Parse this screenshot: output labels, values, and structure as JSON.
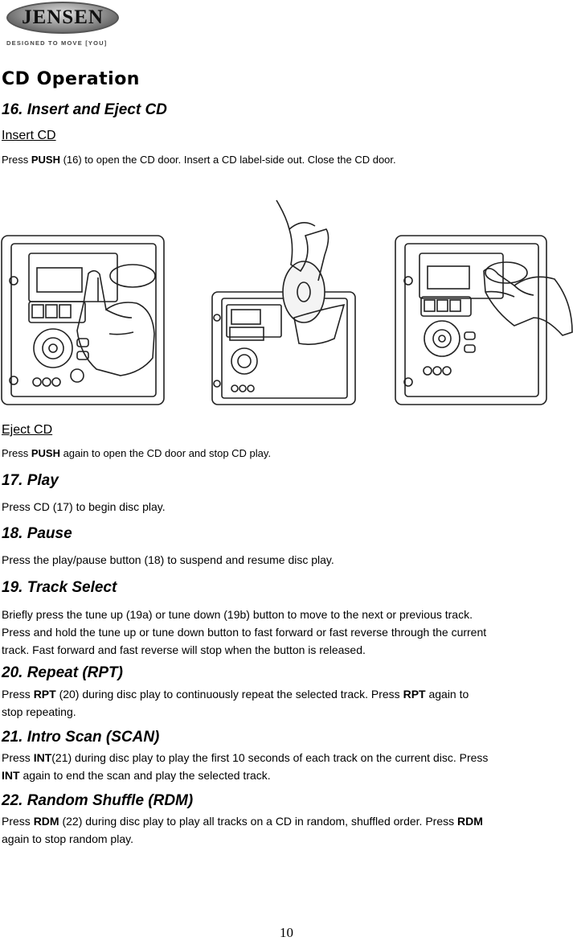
{
  "logo": {
    "brand": "JENSEN",
    "tagline": "DESIGNED TO MOVE [YOU]"
  },
  "page_title": "CD Operation",
  "sections": [
    {
      "heading": "16. Insert and Eject CD",
      "insert": {
        "subheading": "Insert CD",
        "text": {
          "pre": "Press ",
          "b1": "PUSH",
          "post": " (16) to open the CD door. Insert a CD label-side out. Close the CD door."
        }
      },
      "eject": {
        "subheading": "Eject CD",
        "text": {
          "pre": "Press ",
          "b1": "PUSH",
          "post": " again to open the CD door and stop CD play."
        }
      }
    },
    {
      "heading": "17. Play",
      "text": "Press CD (17) to begin disc play."
    },
    {
      "heading": "18. Pause",
      "text": "Press the play/pause button (18) to suspend and resume disc play."
    },
    {
      "heading": "19. Track Select",
      "lines": [
        "Briefly press the tune up (19a) or tune down (19b) button to move to the next or previous track.",
        "Press and hold the tune up or tune down button to fast forward or fast reverse through the current",
        "track. Fast forward and fast reverse will stop when the button is released."
      ]
    },
    {
      "heading": "20. Repeat (RPT)",
      "text": {
        "pre": "Press ",
        "b1": "RPT",
        "mid": " (20) during disc play to continuously repeat the selected track. Press ",
        "b2": "RPT",
        "post": " again to",
        "line2": "stop repeating."
      }
    },
    {
      "heading": "21. Intro Scan (SCAN)",
      "text": {
        "pre": "Press ",
        "b1": "INT",
        "mid": "(21) during disc play to play the first 10 seconds of each track on the current disc. Press",
        "b2": "INT",
        "post": " again to end the scan and play the selected track."
      }
    },
    {
      "heading": "22. Random Shuffle (RDM)",
      "text": {
        "pre": "Press ",
        "b1": "RDM",
        "mid": " (22) during disc play to play all tracks on a CD in random, shuffled order. Press ",
        "b2": "RDM",
        "post": "",
        "line2": "again to stop random play."
      }
    }
  ],
  "page_number": "10"
}
